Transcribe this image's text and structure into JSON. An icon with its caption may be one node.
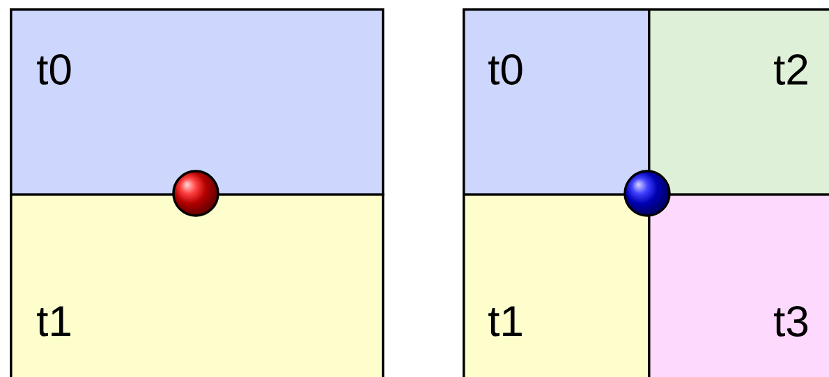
{
  "diagram": {
    "nodes": [
      {
        "text": [
          "t0"
        ]
      },
      {
        "text": [
          "t1"
        ]
      },
      {
        "text": [],
        "shape": "circle"
      },
      {
        "text": [
          "t0"
        ]
      },
      {
        "text": [
          "t2"
        ]
      },
      {
        "text": [
          "t1"
        ]
      },
      {
        "text": [
          "t3"
        ]
      },
      {
        "text": [],
        "shape": "circle"
      }
    ]
  }
}
